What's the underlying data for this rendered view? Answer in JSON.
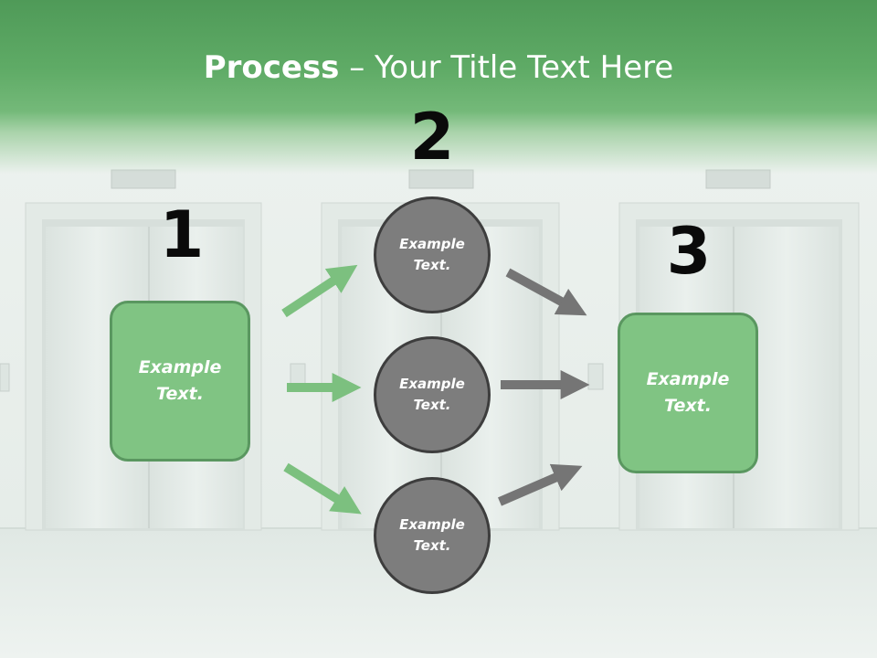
{
  "title": {
    "bold": "Process",
    "rest": " – Your Title Text Here"
  },
  "steps": [
    "1",
    "2",
    "3"
  ],
  "left_box": {
    "line1": "Example",
    "line2": "Text."
  },
  "circles": [
    {
      "line1": "Example",
      "line2": "Text."
    },
    {
      "line1": "Example",
      "line2": "Text."
    },
    {
      "line1": "Example",
      "line2": "Text."
    }
  ],
  "right_box": {
    "line1": "Example",
    "line2": "Text."
  },
  "colors": {
    "green": "#80c483",
    "green_border": "#5a9760",
    "gray": "#7d7d7d",
    "green_arrow": "#7cc07f",
    "gray_arrow": "#757575"
  }
}
